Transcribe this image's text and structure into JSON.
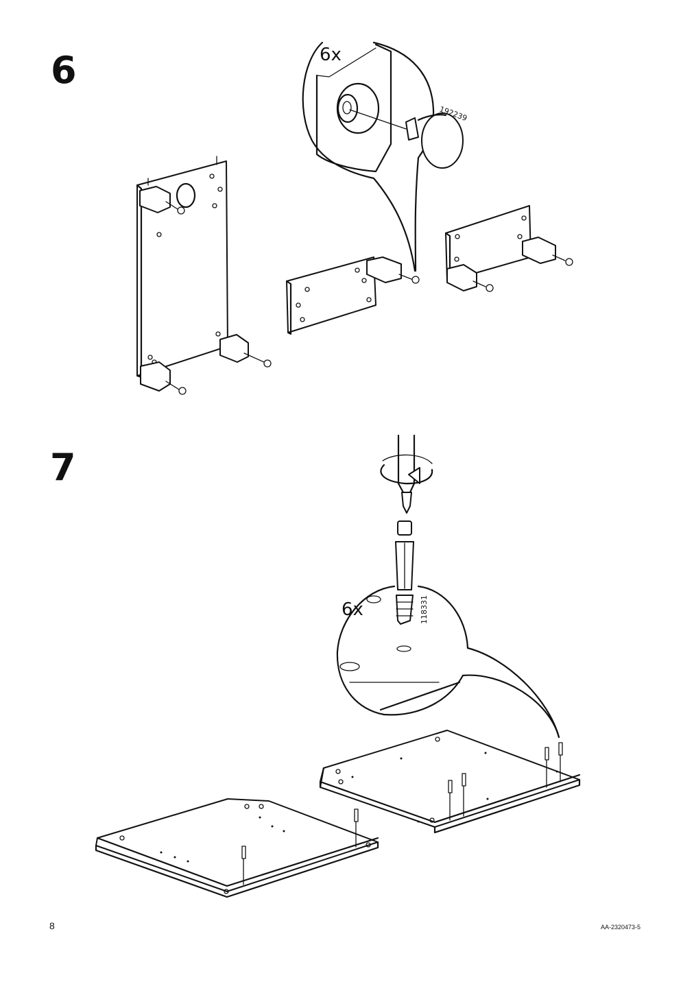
{
  "steps": {
    "step6": {
      "number": "6",
      "quantity": "6x",
      "part_number": "192239"
    },
    "step7": {
      "number": "7",
      "quantity": "6x",
      "part_number": "118331"
    }
  },
  "footer": {
    "page_number": "8",
    "document_code": "AA-2320473-5"
  }
}
